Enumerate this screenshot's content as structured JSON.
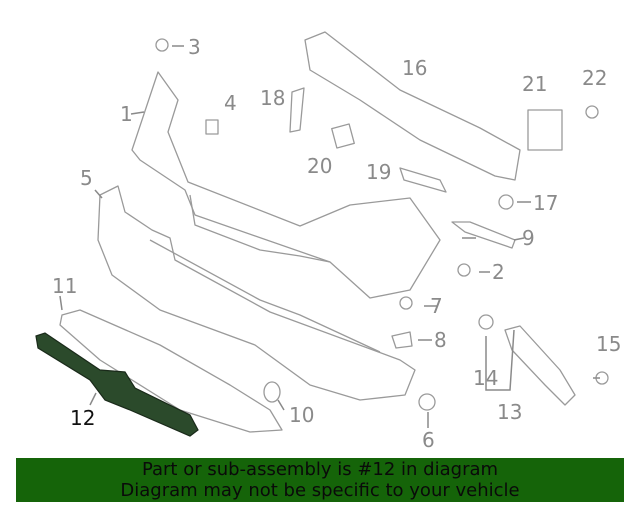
{
  "diagram": {
    "highlighted_part": "12",
    "callouts": [
      "1",
      "2",
      "3",
      "4",
      "5",
      "6",
      "7",
      "8",
      "9",
      "10",
      "11",
      "12",
      "13",
      "14",
      "15",
      "16",
      "17",
      "18",
      "19",
      "20",
      "21",
      "22"
    ]
  },
  "banner": {
    "line1": "Part or sub-assembly is #12 in diagram",
    "line2": "Diagram may not be specific to your vehicle",
    "color": "#156409"
  }
}
